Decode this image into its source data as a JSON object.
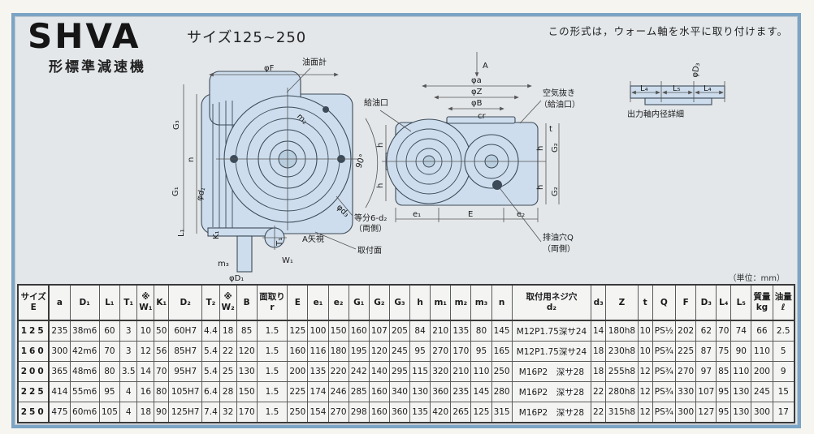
{
  "page": {
    "title": "SHVA",
    "subtitle": "形標準減速機",
    "size_range": "サイズ125~250",
    "note": "この形式は，ウォーム軸を水平に取り付けます。",
    "unit_note": "（単位：mm）"
  },
  "diagram": {
    "front": {
      "phi_f": "φF",
      "oil_gauge": "油面計",
      "m2": "m₂",
      "g3": "G₃",
      "n": "n",
      "g1": "G₁",
      "phi_d1_small": "φd₁",
      "l1": "L₁",
      "k1": "K₁",
      "m3": "m₃",
      "phi_D1": "φD₁",
      "t1": "T₁",
      "w1": "W₁",
      "view_a": "A矢視",
      "deg90": "90°",
      "equal_holes": "等分6-d₂",
      "both_sides": "（両側）",
      "mount_face": "取付面",
      "phi_d3": "φd₃"
    },
    "side": {
      "arrow_a": "A",
      "phi_a": "φa",
      "phi_z": "φZ",
      "phi_b": "φB",
      "cr": "cr",
      "air_vent": "空気抜き",
      "air_vent_sub": "（給油口）",
      "oil_port": "給油口",
      "h": "h",
      "t": "t",
      "g2": "G₂",
      "e1": "e₁",
      "e": "E",
      "e2": "e₂",
      "drain": "排油穴Q",
      "drain_sub": "（両側）"
    },
    "detail": {
      "caption": "出力軸内径詳細",
      "l4": "L₄",
      "l5": "L₅",
      "phi_D3": "φD₃"
    }
  },
  "table": {
    "headers": [
      "サイズ\nE",
      "a",
      "D₁",
      "L₁",
      "T₁",
      "※\nW₁",
      "K₁",
      "D₂",
      "T₂",
      "※\nW₂",
      "B",
      "面取り\nr",
      "E",
      "e₁",
      "e₂",
      "G₁",
      "G₂",
      "G₃",
      "h",
      "m₁",
      "m₂",
      "m₃",
      "n",
      "取付用ネジ穴\nd₂",
      "d₃",
      "Z",
      "t",
      "Q",
      "F",
      "D₃",
      "L₄",
      "L₅",
      "質量\nkg",
      "油量\nℓ"
    ],
    "rows": [
      [
        "125",
        "235",
        "38m6",
        "60",
        "3",
        "10",
        "50",
        "60H7",
        "4.4",
        "18",
        "85",
        "1.5",
        "125",
        "100",
        "150",
        "160",
        "107",
        "205",
        "84",
        "210",
        "135",
        "80",
        "145",
        "M12P1.75深サ24",
        "14",
        "180h8",
        "10",
        "PS½",
        "202",
        "62",
        "70",
        "74",
        "66",
        "2.5"
      ],
      [
        "160",
        "300",
        "42m6",
        "70",
        "3",
        "12",
        "56",
        "85H7",
        "5.4",
        "22",
        "120",
        "1.5",
        "160",
        "116",
        "180",
        "195",
        "120",
        "245",
        "95",
        "270",
        "170",
        "95",
        "165",
        "M12P1.75深サ24",
        "18",
        "230h8",
        "10",
        "PS¾",
        "225",
        "87",
        "75",
        "90",
        "110",
        "5"
      ],
      [
        "200",
        "365",
        "48m6",
        "80",
        "3.5",
        "14",
        "70",
        "95H7",
        "5.4",
        "25",
        "130",
        "1.5",
        "200",
        "135",
        "220",
        "242",
        "140",
        "295",
        "115",
        "320",
        "210",
        "110",
        "250",
        "M16P2　深サ28",
        "18",
        "255h8",
        "12",
        "PS¾",
        "270",
        "97",
        "85",
        "110",
        "200",
        "9"
      ],
      [
        "225",
        "414",
        "55m6",
        "95",
        "4",
        "16",
        "80",
        "105H7",
        "6.4",
        "28",
        "150",
        "1.5",
        "225",
        "174",
        "246",
        "285",
        "160",
        "340",
        "130",
        "360",
        "235",
        "145",
        "280",
        "M16P2　深サ28",
        "22",
        "280h8",
        "12",
        "PS¾",
        "330",
        "107",
        "95",
        "130",
        "245",
        "15"
      ],
      [
        "250",
        "475",
        "60m6",
        "105",
        "4",
        "18",
        "90",
        "125H7",
        "7.4",
        "32",
        "170",
        "1.5",
        "250",
        "154",
        "270",
        "298",
        "160",
        "360",
        "135",
        "420",
        "265",
        "125",
        "315",
        "M16P2　深サ28",
        "22",
        "315h8",
        "12",
        "PS¾",
        "300",
        "127",
        "95",
        "130",
        "300",
        "17"
      ]
    ]
  }
}
